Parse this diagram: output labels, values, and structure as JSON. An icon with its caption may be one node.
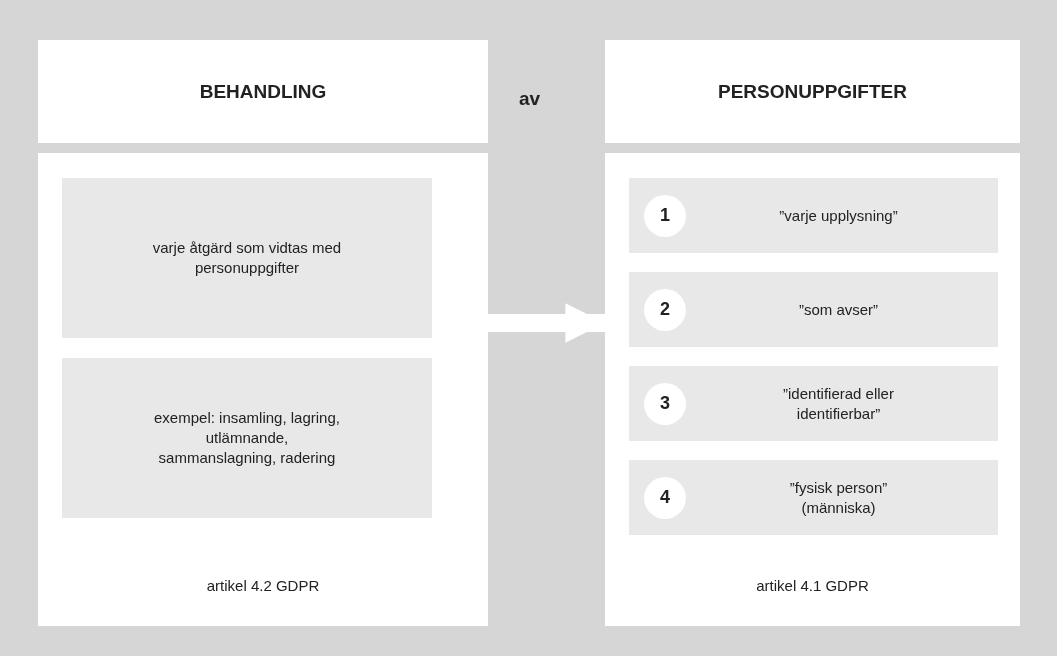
{
  "diagram": {
    "nodes": [
      {
        "text": [
          "BEHANDLING"
        ]
      },
      {
        "text": [
          "artikel 4.2 GDPR"
        ]
      },
      {
        "text": [
          "varje åtgärd som vidtas med personuppgifter"
        ],
        "in": 1
      },
      {
        "text": [
          "exempel: insamling, lagring, utlämnande, sammanslagning, radering"
        ],
        "in": 1
      },
      {
        "text": [
          "PERSONUPPGIFTER"
        ]
      },
      {
        "text": [
          "artikel 4.1 GDPR"
        ]
      },
      {
        "text": [
          "1",
          "”varje upplysning”"
        ],
        "in": 5
      },
      {
        "text": [
          "2",
          "”som avser”"
        ],
        "in": 5
      },
      {
        "text": [
          "3",
          "”identifierad eller identifierbar”"
        ],
        "in": 5
      },
      {
        "text": [
          "4",
          "”fysisk person” (människa)"
        ],
        "in": 5
      }
    ],
    "edges": [
      {
        "from": 1,
        "to": 5,
        "arrow": "to"
      }
    ],
    "labels": [
      "av"
    ]
  }
}
